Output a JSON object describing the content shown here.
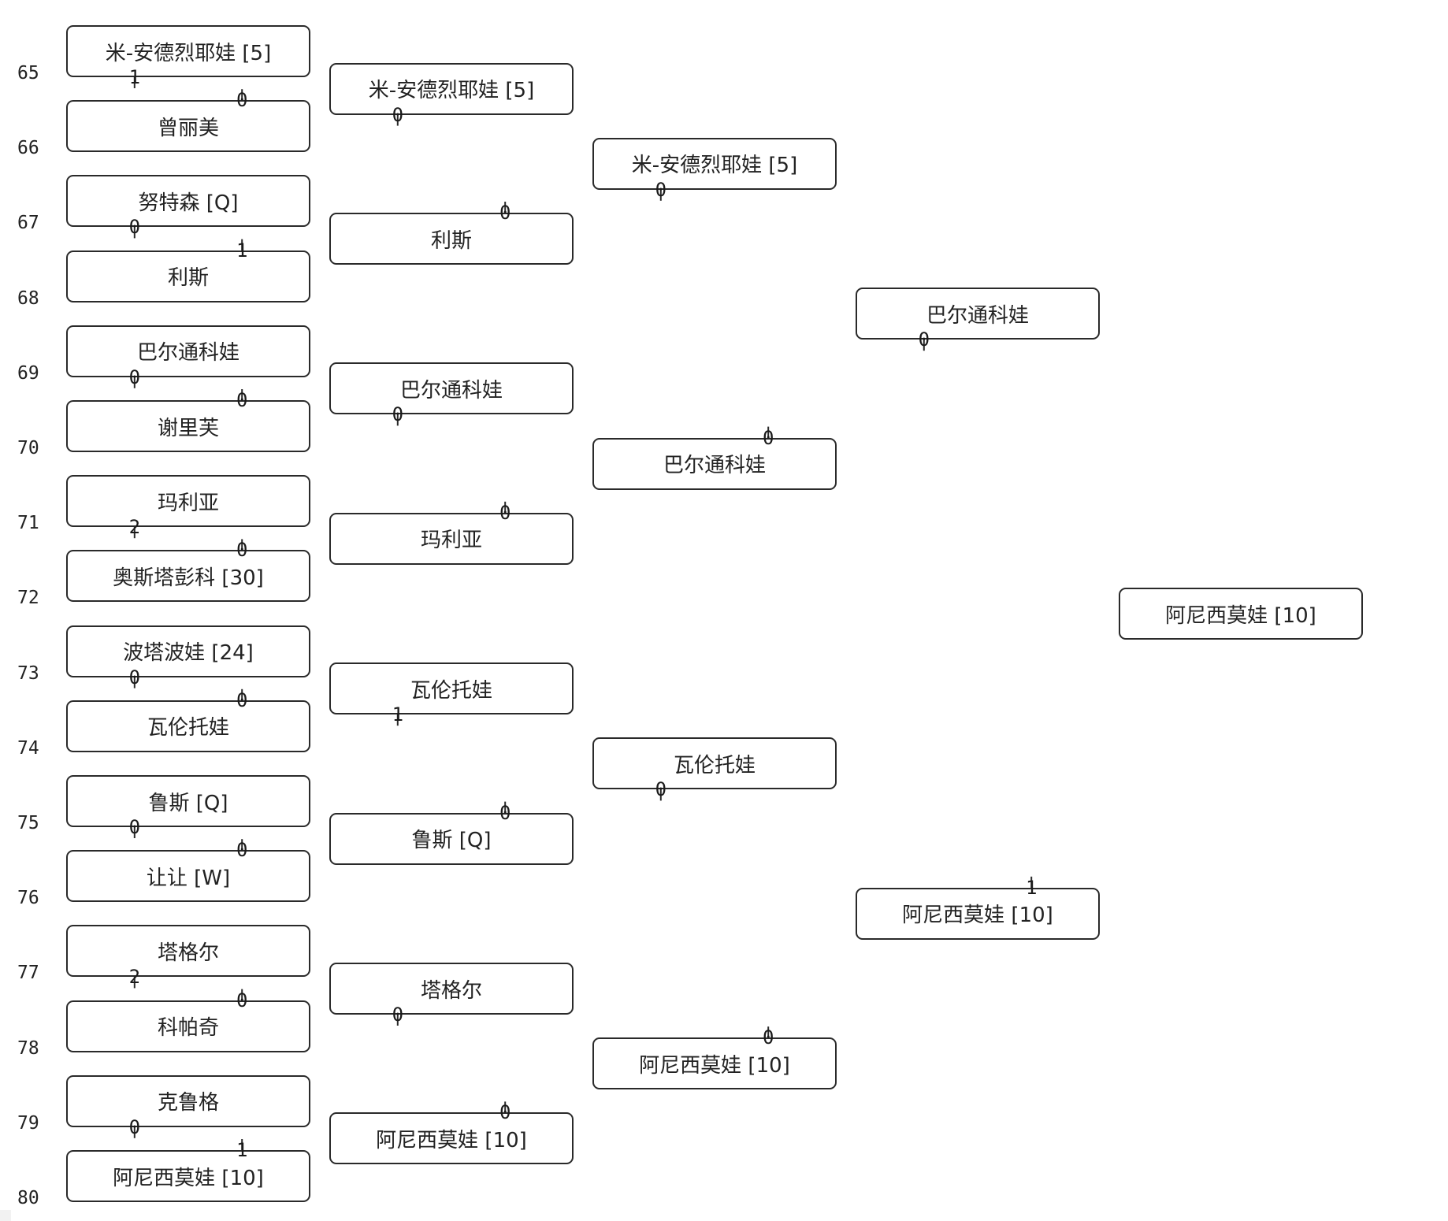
{
  "seeds": [
    "65",
    "66",
    "67",
    "68",
    "69",
    "70",
    "71",
    "72",
    "73",
    "74",
    "75",
    "76",
    "77",
    "78",
    "79",
    "80"
  ],
  "rounds": [
    {
      "entries": [
        {
          "name": "米-安德烈耶娃 [5]",
          "score": "1"
        },
        {
          "name": "曾丽美",
          "score": "0"
        },
        {
          "name": "努特森 [Q]",
          "score": "0"
        },
        {
          "name": "利斯",
          "score": "1"
        },
        {
          "name": "巴尔通科娃",
          "score": "0"
        },
        {
          "name": "谢里芙",
          "score": "0"
        },
        {
          "name": "玛利亚",
          "score": "2"
        },
        {
          "name": "奥斯塔彭科 [30]",
          "score": "0"
        },
        {
          "name": "波塔波娃 [24]",
          "score": "0"
        },
        {
          "name": "瓦伦托娃",
          "score": "0"
        },
        {
          "name": "鲁斯 [Q]",
          "score": "0"
        },
        {
          "name": "让让 [W]",
          "score": "0"
        },
        {
          "name": "塔格尔",
          "score": "2"
        },
        {
          "name": "科帕奇",
          "score": "0"
        },
        {
          "name": "克鲁格",
          "score": "0"
        },
        {
          "name": "阿尼西莫娃 [10]",
          "score": "1"
        }
      ]
    },
    {
      "entries": [
        {
          "name": "米-安德烈耶娃 [5]",
          "score": "0"
        },
        {
          "name": "利斯",
          "score": "0"
        },
        {
          "name": "巴尔通科娃",
          "score": "0"
        },
        {
          "name": "玛利亚",
          "score": "0"
        },
        {
          "name": "瓦伦托娃",
          "score": "1"
        },
        {
          "name": "鲁斯 [Q]",
          "score": "0"
        },
        {
          "name": "塔格尔",
          "score": "0"
        },
        {
          "name": "阿尼西莫娃 [10]",
          "score": "0"
        }
      ]
    },
    {
      "entries": [
        {
          "name": "米-安德烈耶娃 [5]",
          "score": "0"
        },
        {
          "name": "巴尔通科娃",
          "score": "0"
        },
        {
          "name": "瓦伦托娃",
          "score": "0"
        },
        {
          "name": "阿尼西莫娃 [10]",
          "score": "0"
        }
      ]
    },
    {
      "entries": [
        {
          "name": "巴尔通科娃",
          "score": "0"
        },
        {
          "name": "阿尼西莫娃 [10]",
          "score": "1"
        }
      ]
    },
    {
      "entries": [
        {
          "name": "阿尼西莫娃 [10]"
        }
      ]
    }
  ]
}
